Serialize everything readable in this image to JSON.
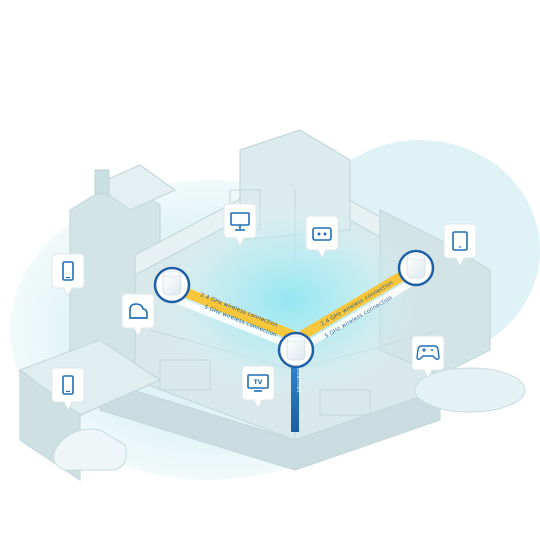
{
  "links": {
    "left_upper": "2.4 GHz wireless connection",
    "left_lower": "5 GHz wireless connection",
    "right_upper": "2.4 GHz wireless connection",
    "right_lower": "5 GHz wireless connection"
  },
  "internet_label": "Internet",
  "tv_label": "TV",
  "icons": [
    "phone-icon",
    "cloud-icon",
    "monitor-icon",
    "game-console-icon",
    "tablet-icon",
    "gamepad-icon",
    "tv-icon"
  ],
  "colors": {
    "mesh_glow": "#bfe9f0",
    "house": "#d9eaec",
    "pin": "#1f6fb8",
    "link_bar": "#f7c63a",
    "node_border": "#1e5fa8",
    "internet_cable": "#2f86d0"
  }
}
